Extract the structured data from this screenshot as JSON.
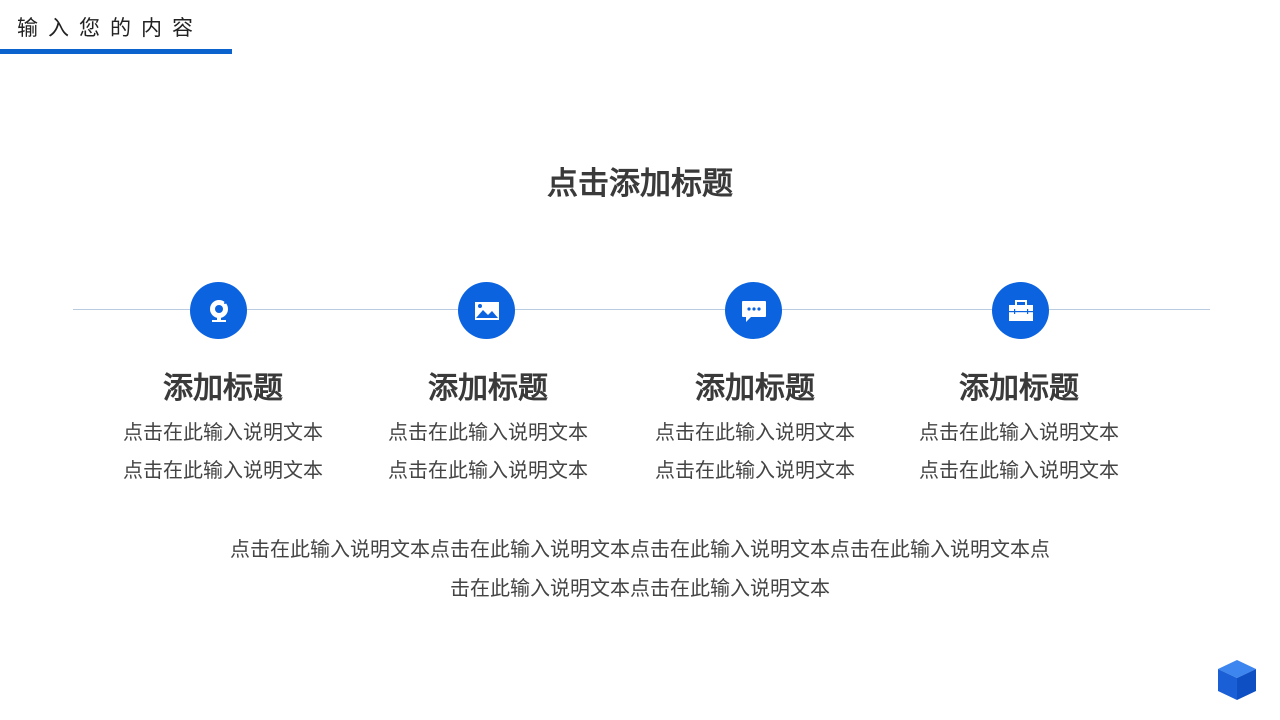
{
  "header": {
    "title": "输入您的内容",
    "accent_color": "#0b63ce"
  },
  "main_title": "点击添加标题",
  "items": [
    {
      "icon": "webcam-icon",
      "title": "添加标题",
      "lines": [
        "点击在此输入说明文本",
        "点击在此输入说明文本"
      ]
    },
    {
      "icon": "image-icon",
      "title": "添加标题",
      "lines": [
        "点击在此输入说明文本",
        "点击在此输入说明文本"
      ]
    },
    {
      "icon": "chat-bubble-icon",
      "title": "添加标题",
      "lines": [
        "点击在此输入说明文本",
        "点击在此输入说明文本"
      ]
    },
    {
      "icon": "briefcase-icon",
      "title": "添加标题",
      "lines": [
        "点击在此输入说明文本",
        "点击在此输入说明文本"
      ]
    }
  ],
  "summary": {
    "line1": "点击在此输入说明文本点击在此输入说明文本点击在此输入说明文本点击在此输入说明文本点",
    "line2": "击在此输入说明文本点击在此输入说明文本"
  },
  "colors": {
    "icon_circle": "#0b63e0",
    "timeline": "#b9cbe0",
    "text": "#404040"
  }
}
